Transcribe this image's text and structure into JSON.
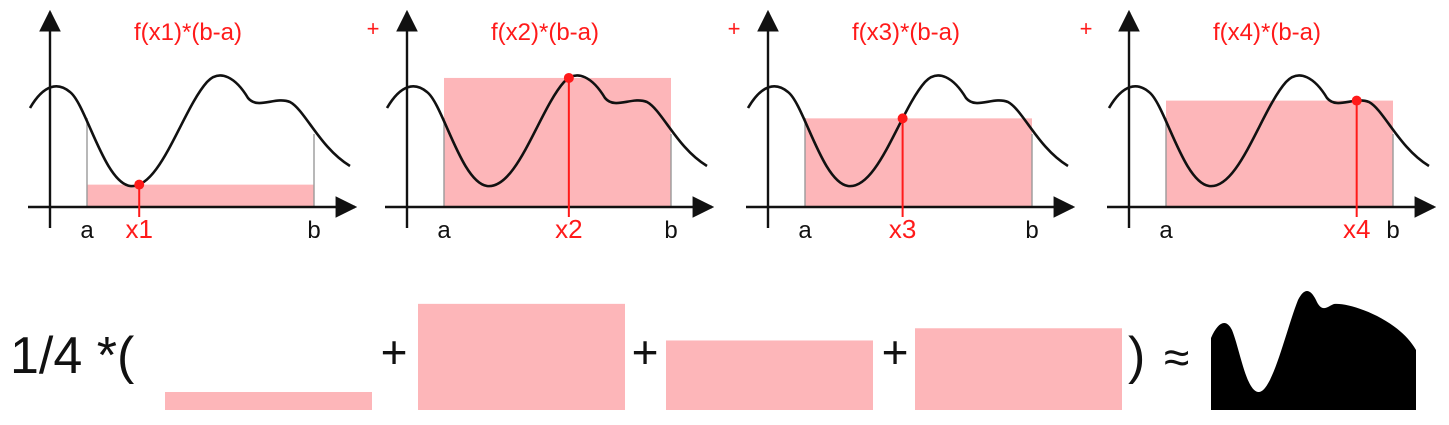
{
  "colors": {
    "rect_fill": "#fdb6b9",
    "highlight": "#ff1a1a",
    "curve": "#111111",
    "background": "#ffffff"
  },
  "panels": [
    {
      "title": "f(x1)*(b-a)",
      "a_label": "a",
      "b_label": "b",
      "sample_label": "x1",
      "sample_fraction": 0.23,
      "height_fraction": 0.13
    },
    {
      "title": "f(x2)*(b-a)",
      "a_label": "a",
      "b_label": "b",
      "sample_label": "x2",
      "sample_fraction": 0.55,
      "height_fraction": 0.87
    },
    {
      "title": "f(x3)*(b-a)",
      "a_label": "a",
      "b_label": "b",
      "sample_label": "x3",
      "sample_fraction": 0.43,
      "height_fraction": 0.57
    },
    {
      "title": "f(x4)*(b-a)",
      "a_label": "a",
      "b_label": "b",
      "sample_label": "x4",
      "sample_fraction": 0.84,
      "height_fraction": 0.67
    }
  ],
  "plus_signs_top": [
    "+",
    "+",
    "+"
  ],
  "equation": {
    "prefix": "1/4 *(",
    "plus_signs": [
      "+",
      "+",
      "+"
    ],
    "suffix": ")",
    "approx": "≈"
  }
}
